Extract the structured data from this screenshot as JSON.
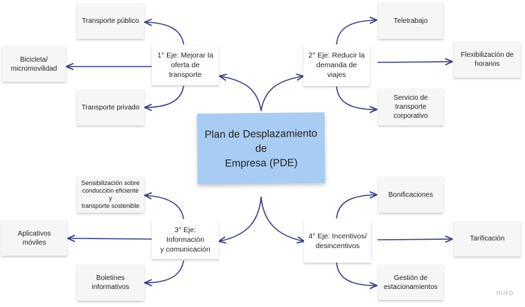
{
  "center": "Plan de Desplazamiento de\nEmpresa (PDE)",
  "axes": {
    "eje1": "1° Eje: Mejorar la\noferta de transporte",
    "eje2": "2° Eje: Reducir la\ndemanda de viajes",
    "eje3": "3° Eje: Información\ny comunicación",
    "eje4": "4° Eje: Incentivos/\ndesincentivos"
  },
  "leaves": {
    "transporte_publico": "Transporte público",
    "bicicleta": "Bicicleta/\nmicromovilidad",
    "transporte_privado": "Transporte privado",
    "teletrabajo": "Teletrabajo",
    "flexibilizacion": "Flexibilización de\nhorarios",
    "servicio_corporativo": "Servicio de\ntransporte\ncorporativo",
    "sensibilizacion": "Sensibilización sobre\nconducción eficiente y\ntransporte sostenible",
    "aplicativos": "Aplicativos móviles",
    "boletines": "Boletines\ninformativos",
    "bonificaciones": "Bonificaciones",
    "tarificacion": "Tarificación",
    "gestion": "Gestión de\nestacionamientos"
  },
  "brand": "miro",
  "colors": {
    "connector": "#3a3f86",
    "center_note": "#a9ccf2",
    "leaf_note": "#f6f6f6"
  }
}
